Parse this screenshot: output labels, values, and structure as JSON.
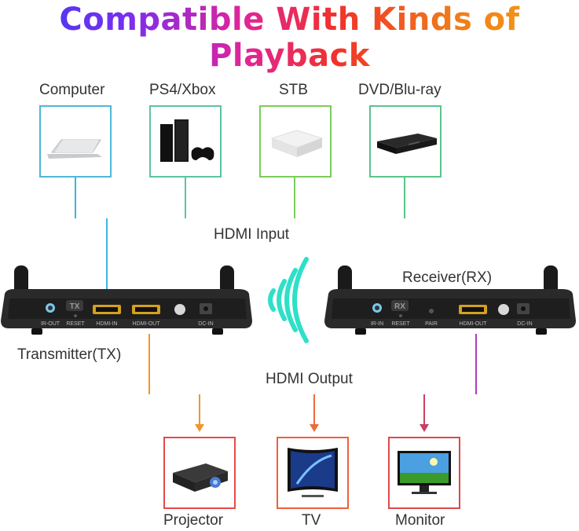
{
  "title": "Compatible With Kinds of Playback",
  "sources": [
    {
      "label": "Computer",
      "icon": "laptop-icon",
      "color": "#4fb7d6"
    },
    {
      "label": "PS4/Xbox",
      "icon": "game-console-icon",
      "color": "#5cc4a0"
    },
    {
      "label": "STB",
      "icon": "set-top-box-icon",
      "color": "#7ccc5a"
    },
    {
      "label": "DVD/Blu-ray",
      "icon": "dvd-player-icon",
      "color": "#5ac48a"
    }
  ],
  "input_label": "HDMI Input",
  "output_label": "HDMI Output",
  "transmitter": {
    "label": "Transmitter(TX)",
    "badge": "TX",
    "ports": [
      "IR-OUT",
      "RESET",
      "HDMI-IN",
      "HDMI-OUT",
      "DC-IN"
    ]
  },
  "receiver": {
    "label": "Receiver(RX)",
    "badge": "RX",
    "ports": [
      "IR-IN",
      "RESET",
      "PAIR",
      "HDMI-OUT",
      "DC-IN"
    ]
  },
  "outputs": [
    {
      "label": "Projector",
      "icon": "projector-icon",
      "color": "#e8484a"
    },
    {
      "label": "TV",
      "icon": "tv-icon",
      "color": "#f0603a"
    },
    {
      "label": "Monitor",
      "icon": "monitor-icon",
      "color": "#e0484a"
    }
  ],
  "colors": {
    "input_line": "#3ab4e6",
    "output_left": "#f0962a",
    "output_right": "#b03ac0",
    "signal": "#2ee0c8"
  }
}
